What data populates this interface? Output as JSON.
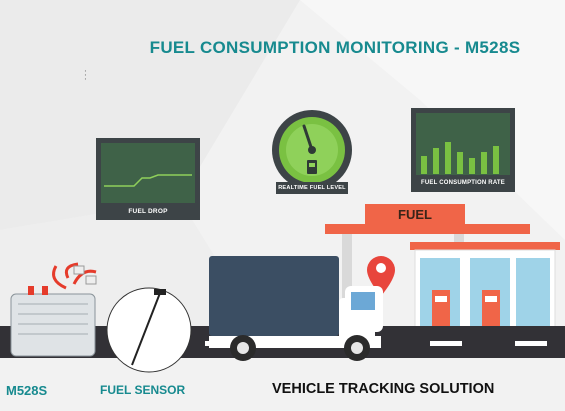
{
  "header": {
    "title": "FUEL CONSUMPTION MONITORING - M528S"
  },
  "panels": {
    "fuel_drop_label": "FUEL DROP",
    "realtime_fuel_label": "REALTIME FUEL LEVEL",
    "consumption_rate_label": "FUEL CONSUMPTION RATE"
  },
  "station": {
    "sign": "FUEL"
  },
  "footer": {
    "device_label": "M528S",
    "sensor_label": "FUEL SENSOR",
    "solution_label": "VEHICLE TRACKING SOLUTION"
  },
  "colors": {
    "teal": "#178a8f",
    "gauge_green": "#7ac142",
    "panel_dark": "#3d4447",
    "truck_blue": "#3b4e63",
    "station_orange": "#f06548",
    "road": "#323136"
  },
  "icons": [
    "fuel-pump-icon",
    "location-pin-icon",
    "gauge-icon"
  ]
}
